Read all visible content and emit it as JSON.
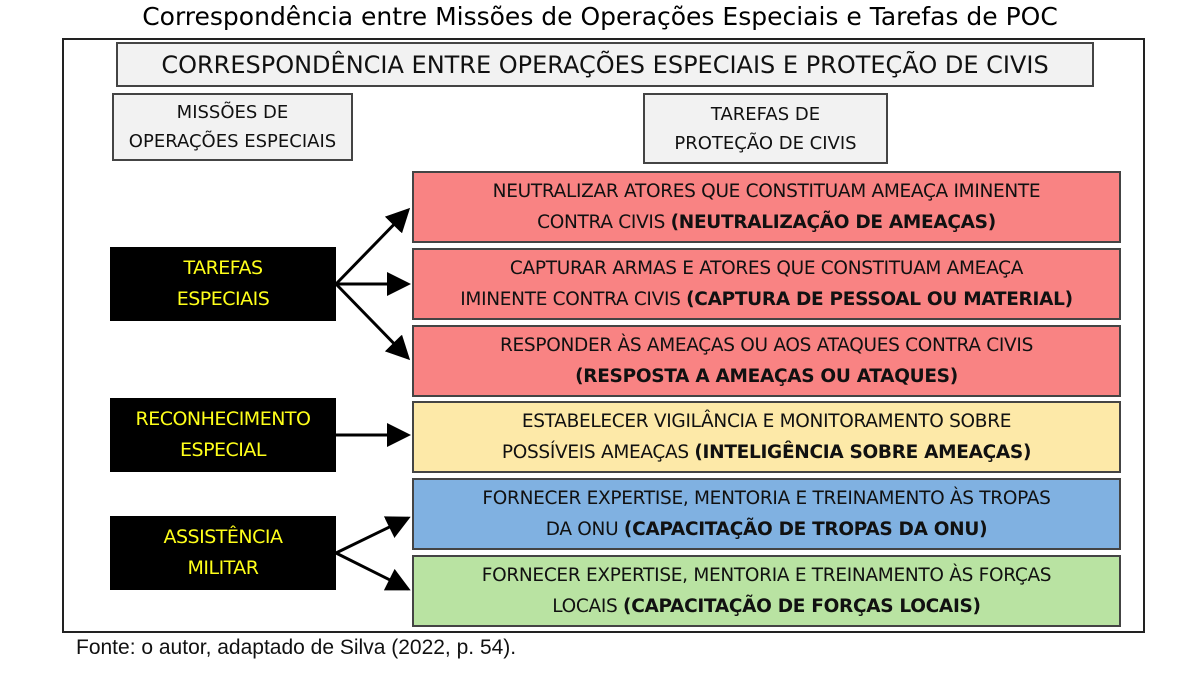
{
  "title": "Correspondência entre Missões de Operações Especiais e Tarefas de POC",
  "header": "CORRESPONDÊNCIA ENTRE OPERAÇÕES ESPECIAIS E PROTEÇÃO DE CIVIS",
  "left_header": [
    "MISSÕES DE",
    "OPERAÇÕES ESPECIAIS"
  ],
  "right_header": [
    "TAREFAS DE",
    "PROTEÇÃO DE CIVIS"
  ],
  "missions": [
    {
      "lines": [
        "TAREFAS",
        "ESPECIAIS"
      ]
    },
    {
      "lines": [
        "RECONHECIMENTO",
        "ESPECIAL"
      ]
    },
    {
      "lines": [
        "ASSISTÊNCIA",
        "MILITAR"
      ]
    }
  ],
  "tasks": [
    {
      "line1": "NEUTRALIZAR ATORES QUE CONSTITUAM AMEAÇA IMINENTE",
      "line2": "CONTRA CIVIS ",
      "bold": "(NEUTRALIZAÇÃO DE AMEAÇAS)",
      "color": "#f98383"
    },
    {
      "line1": "CAPTURAR ARMAS E ATORES QUE CONSTITUAM AMEAÇA",
      "line2": "IMINENTE CONTRA CIVIS ",
      "bold": "(CAPTURA DE PESSOAL OU MATERIAL)",
      "color": "#f98383"
    },
    {
      "line1": "RESPONDER ÀS AMEAÇAS OU AOS ATAQUES CONTRA CIVIS",
      "line2": "",
      "bold": "(RESPOSTA A AMEAÇAS OU ATAQUES)",
      "color": "#f98383"
    },
    {
      "line1": "ESTABELECER VIGILÂNCIA E MONITORAMENTO SOBRE",
      "line2": "POSSÍVEIS AMEAÇAS ",
      "bold": "(INTELIGÊNCIA SOBRE AMEAÇAS)",
      "color": "#fde9a8"
    },
    {
      "line1": "FORNECER EXPERTISE, MENTORIA E TREINAMENTO ÀS TROPAS",
      "line2": "DA ONU ",
      "bold": "(CAPACITAÇÃO DE TROPAS DA ONU)",
      "color": "#80b1e1"
    },
    {
      "line1": "FORNECER EXPERTISE, MENTORIA E TREINAMENTO ÀS FORÇAS",
      "line2": "LOCAIS ",
      "bold": "(CAPACITAÇÃO DE FORÇAS LOCAIS)",
      "color": "#b9e3a2"
    }
  ],
  "footer": "Fonte: o autor, adaptado de Silva (2022, p. 54)."
}
